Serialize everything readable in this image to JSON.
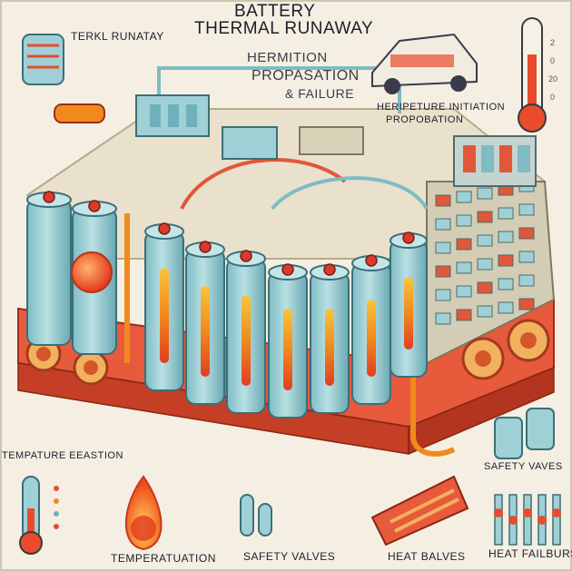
{
  "title": {
    "line1": "BATTERY",
    "line2": "THERMAL RUNAWAY"
  },
  "labels": {
    "top_left": "TERKL RUNATAY",
    "phase_1": "HERMITION",
    "phase_2": "PROPASATION",
    "phase_3": "& FAILURE",
    "right_1": "HERIPETURE INITIATION",
    "right_2": "PROPOBATION",
    "left_mid": "TEMPATURE EEASTION",
    "safety_right": "SAFETY VAVES",
    "temperature_bottom": "TEMPERATUATION",
    "safety_bottom": "SAFETY VALVES",
    "heat_bottom": "HEAT BALVES",
    "heat_failures": "HEAT FAILBURS"
  },
  "thermometer_ticks": [
    "2",
    "0",
    "20",
    "0"
  ],
  "colors": {
    "background": "#f4efe2",
    "cell": "#9fd0d6",
    "cell_dark": "#6fb1bb",
    "hot": "#e94b2c",
    "heat_core": "#f08a1c",
    "base": "#e75a3c",
    "cap": "#d93a2b"
  }
}
